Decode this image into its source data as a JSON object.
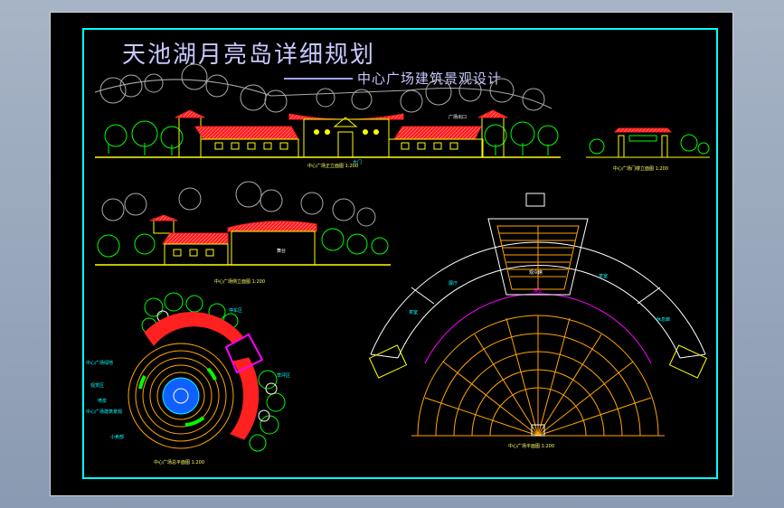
{
  "drawing": {
    "title": "天池湖月亮岛详细规划",
    "subtitle": "中心广场建筑景观设计"
  },
  "colors": {
    "background": "#000000",
    "frame": "#00ffff",
    "title": "#c8c8ff",
    "roof": "#ff2020",
    "building": "#ffff00",
    "trees": "#00ff00",
    "plan": "#ffa500",
    "magenta": "#ff00ff"
  },
  "captions": {
    "front_elevation": "中心广场正立面图 1:200",
    "side_elevation": "中心广场侧立面图 1:200",
    "gate_elevation": "中心广场门楼立面图 1:200",
    "site_plan": "中心广场总平面图 1:200",
    "floor_plan": "中心广场平面图 1:200"
  },
  "labels": {
    "front_right_tag": "广场出口",
    "front_center_tag": "大门",
    "side_tag": "舞台",
    "site_ne": "停车区",
    "site_e": "草坪区",
    "site_l1": "中心广场绿地",
    "site_l2": "观赏区",
    "site_l3": "喷泉",
    "site_l4": "中心广场建筑景观",
    "site_l5": "小卖部",
    "plan_left": "展厅",
    "plan_left2": "茶室",
    "plan_right": "茶室",
    "plan_right2": "休息廊",
    "plan_stage": "观众席",
    "plan_center": "舞台"
  }
}
